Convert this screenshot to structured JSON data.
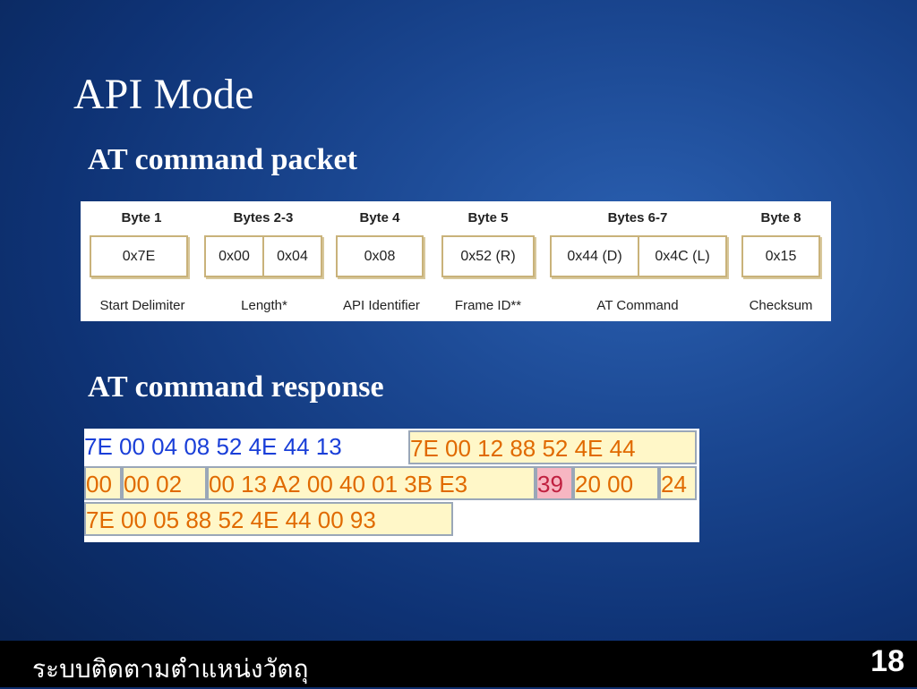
{
  "slide": {
    "title": "API Mode",
    "section1": "AT command packet",
    "section2": "AT command response",
    "footer_text": "ระบบติดตามตำแหน่งวัตถุ",
    "page_number": "18"
  },
  "packet": {
    "headers": [
      "Byte 1",
      "Bytes 2-3",
      "Byte 4",
      "Byte 5",
      "Bytes 6-7",
      "Byte 8"
    ],
    "cells": [
      "0x7E",
      "0x00",
      "0x04",
      "0x08",
      "0x52 (R)",
      "0x44 (D)",
      "0x4C (L)",
      "0x15"
    ],
    "captions": [
      "Start Delimiter",
      "Length*",
      "API Identifier",
      "Frame ID**",
      "AT Command",
      "Checksum"
    ]
  },
  "response": {
    "row1_sent": "7E 00 04 08 52 4E 44 13",
    "row1_recv": "7E 00 12 88 52 4E 44",
    "row2": [
      "00",
      "00 02",
      "00 13 A2 00 40 01 3B E3",
      "39",
      "20 00",
      "24"
    ],
    "row3": "7E 00 05 88 52 4E 44 00 93",
    "colors": {
      "sent": "#1a3fd8",
      "received": "#e06a00",
      "highlight": "#f7b6c2"
    }
  }
}
